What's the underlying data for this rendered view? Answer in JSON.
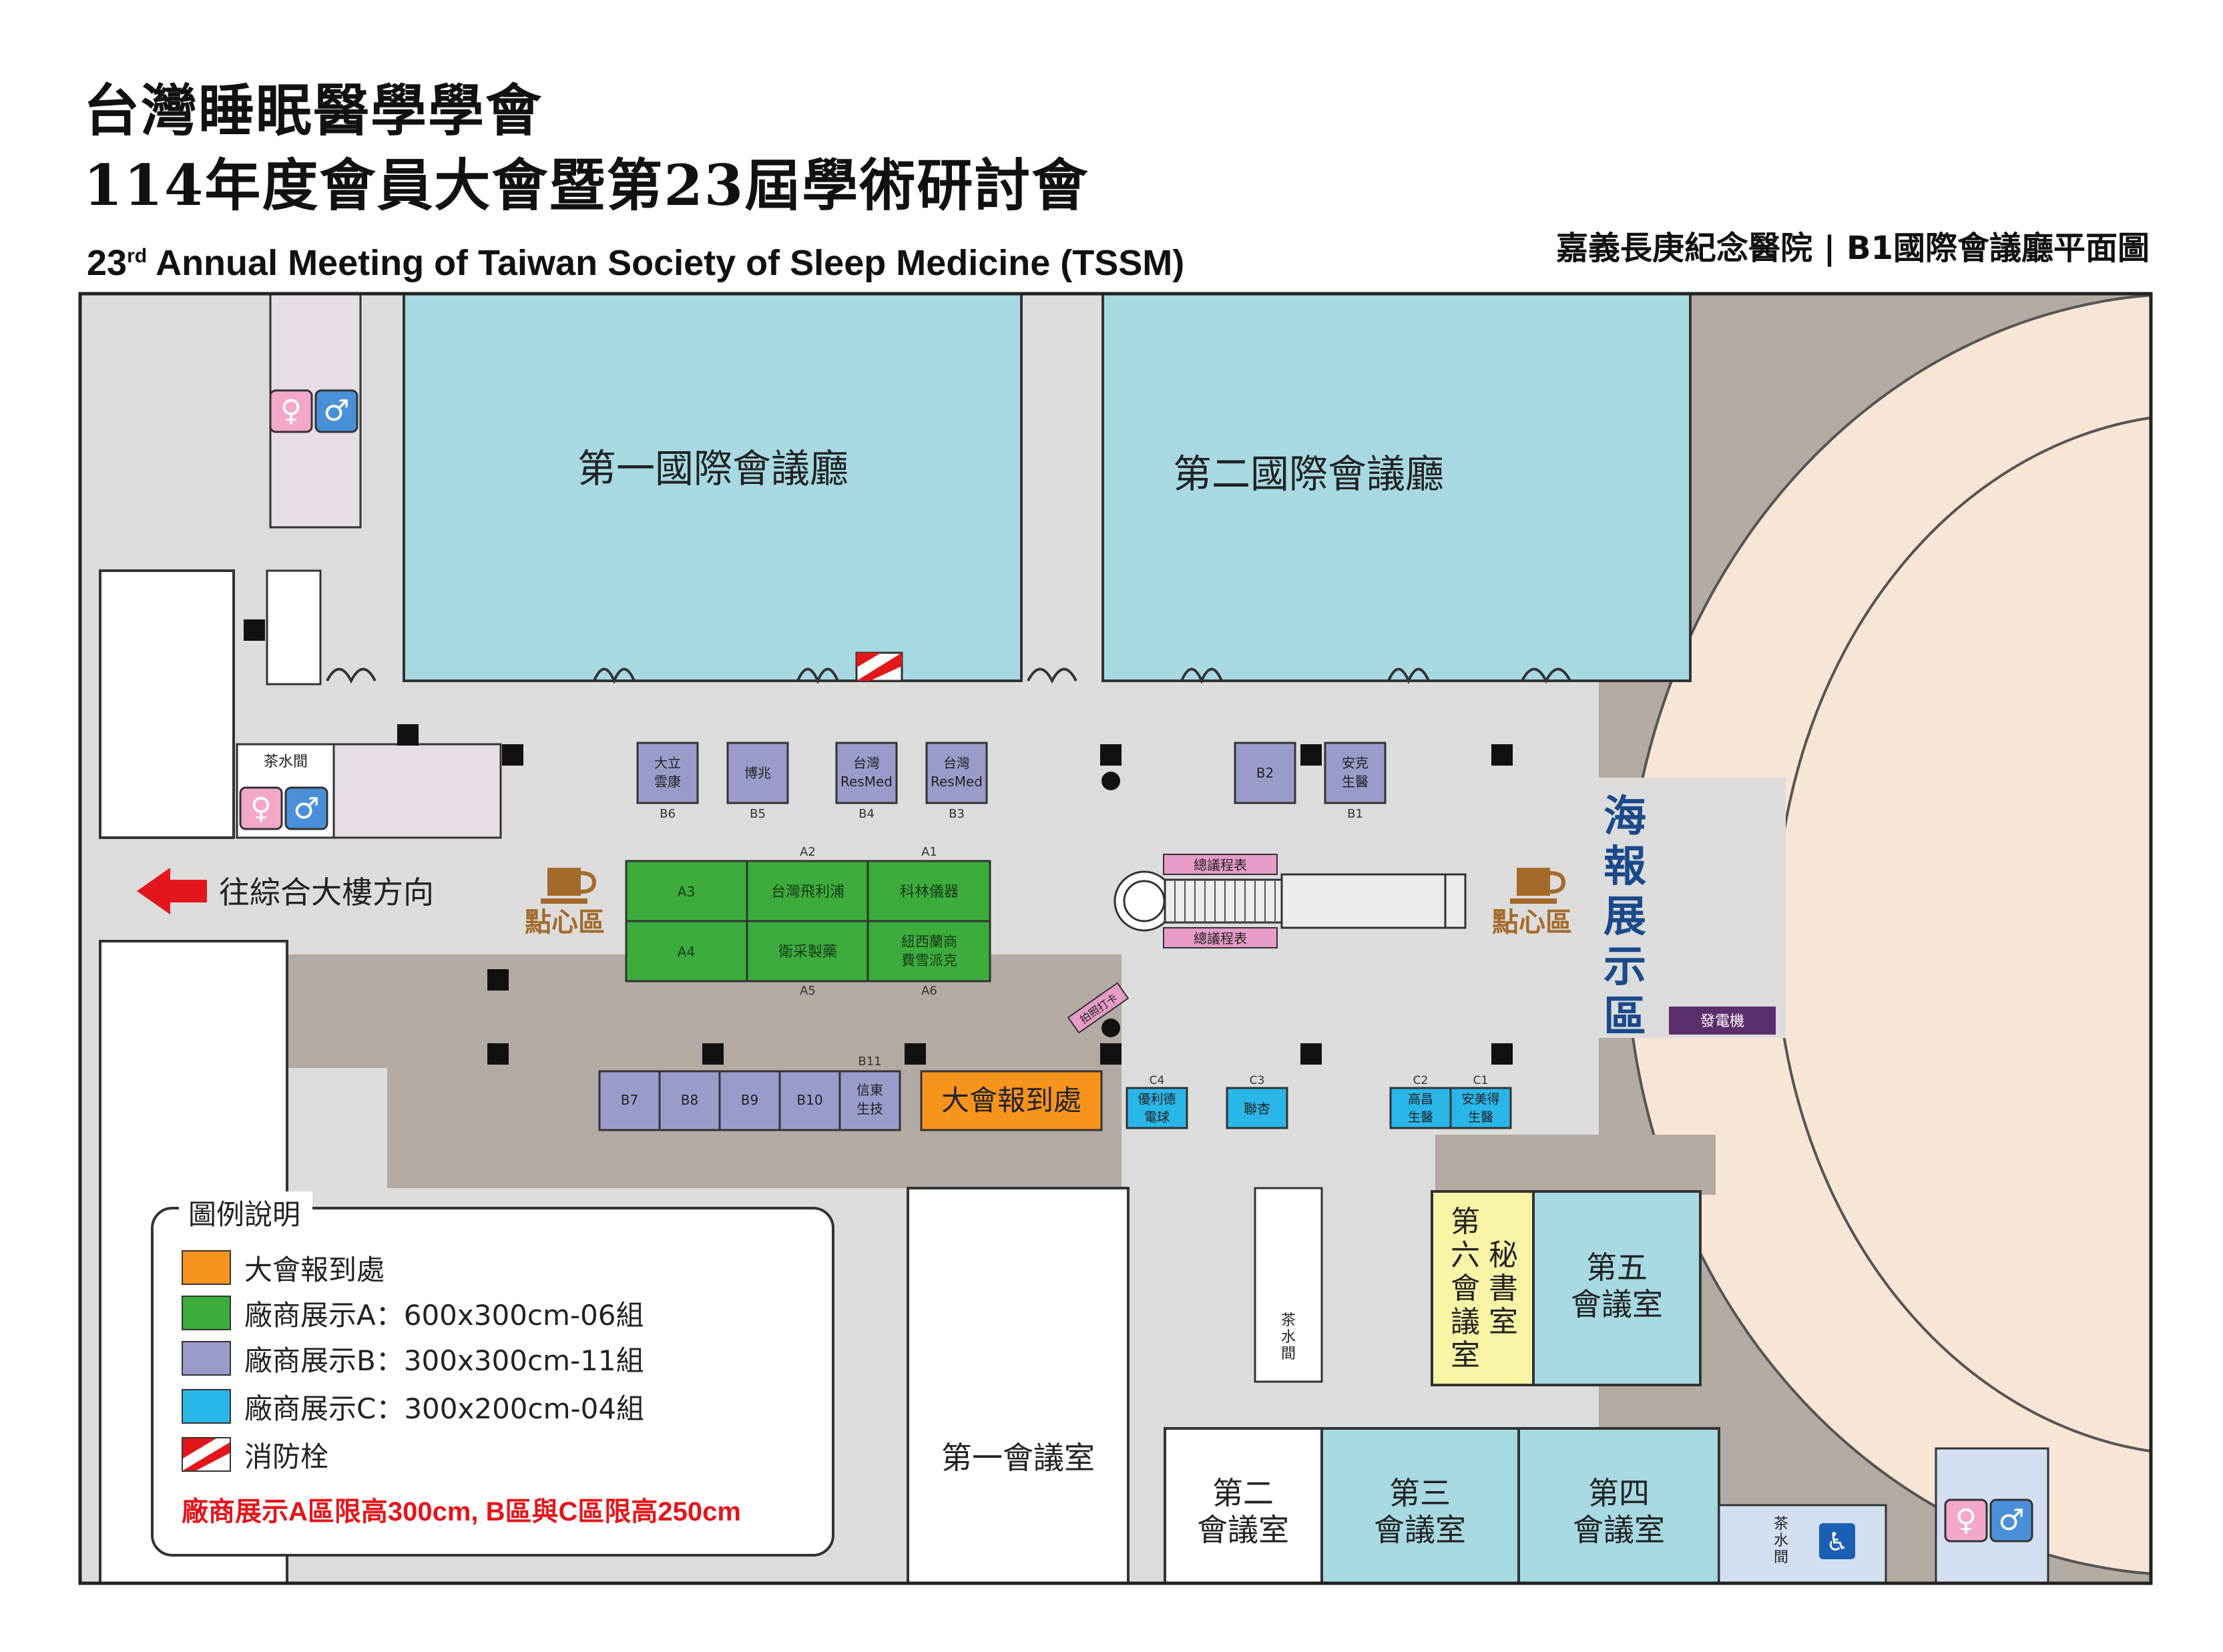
{
  "header": {
    "title_zh_1": "台灣睡眠醫學學會",
    "title_zh_2": "114年度會員大會暨第23屆學術研討會",
    "title_en_num": "23",
    "title_en_sup": "rd",
    "title_en_rest": " Annual Meeting of Taiwan Society of Sleep Medicine (TSSM)",
    "venue": "嘉義長庚紀念醫院 | B1國際會議廳平面圖"
  },
  "rooms": {
    "hall1": "第一國際會議廳",
    "hall2": "第二國際會議廳",
    "poster_area": [
      "海",
      "報",
      "展",
      "示",
      "區"
    ],
    "room1": "第一會議室",
    "room2": [
      "第二",
      "會議室"
    ],
    "room3": [
      "第三",
      "會議室"
    ],
    "room4": [
      "第四",
      "會議室"
    ],
    "room5": [
      "第五",
      "會議室"
    ],
    "room6": [
      "第",
      "六",
      "會",
      "議",
      "室"
    ],
    "secretariat": [
      "秘",
      "書",
      "室"
    ],
    "tea_room_left": "茶水間",
    "tea_room_mid": [
      "茶",
      "水",
      "間"
    ],
    "tea_room_right": [
      "茶",
      "水",
      "間"
    ],
    "generator": "發電機",
    "registration": "大會報到處",
    "snack_area_left": "點心區",
    "snack_area_right": "點心區",
    "direction": "往綜合大樓方向",
    "agenda_top": "總議程表",
    "agenda_bottom": "總議程表",
    "photo_checkin": "拍照打卡",
    "small_label": "消防栓"
  },
  "booths_b_top": [
    {
      "id": "B6",
      "name": [
        "大立",
        "雲康"
      ]
    },
    {
      "id": "B5",
      "name": [
        "博兆"
      ]
    },
    {
      "id": "B4",
      "name": [
        "台灣",
        "ResMed"
      ]
    },
    {
      "id": "B3",
      "name": [
        "台灣",
        "ResMed"
      ]
    },
    {
      "id": "B2",
      "name": [
        "B2"
      ]
    },
    {
      "id": "B1",
      "name": [
        "安克",
        "生醫"
      ]
    }
  ],
  "booths_b_bottom": [
    {
      "id": "B7",
      "name": "B7"
    },
    {
      "id": "B8",
      "name": "B8"
    },
    {
      "id": "B9",
      "name": "B9"
    },
    {
      "id": "B10",
      "name": "B10"
    },
    {
      "id": "B11",
      "name": [
        "信東",
        "生技"
      ]
    }
  ],
  "booths_a": [
    {
      "id": "A3",
      "name": "A3"
    },
    {
      "id": "A2",
      "name": "台灣飛利浦"
    },
    {
      "id": "A1",
      "name": "科林儀器"
    },
    {
      "id": "A4",
      "name": "A4"
    },
    {
      "id": "A5",
      "name": "衛采製藥"
    },
    {
      "id": "A6",
      "name": [
        "紐西蘭商",
        "費雪派克"
      ]
    }
  ],
  "booths_c": [
    {
      "id": "C4",
      "name": [
        "優利德",
        "電球"
      ]
    },
    {
      "id": "C3",
      "name": [
        "聯杏"
      ]
    },
    {
      "id": "C2",
      "name": [
        "高昌",
        "生醫"
      ]
    },
    {
      "id": "C1",
      "name": [
        "安美得",
        "生醫"
      ]
    }
  ],
  "legend": {
    "title": "圖例說明",
    "items": [
      {
        "color": "#f7941d",
        "label": "大會報到處"
      },
      {
        "color": "#3cac3c",
        "label": "廠商展示A：600x300cm-06組"
      },
      {
        "color": "#9b9bcb",
        "label": "廠商展示B：300x300cm-11組"
      },
      {
        "color": "#29b6e8",
        "label": "廠商展示C：300x200cm-04組"
      },
      {
        "color": "hydrant",
        "label": "消防栓"
      }
    ],
    "note": "廠商展示A區限高300cm, B區與C區限高250cm"
  },
  "colors": {
    "hall": "#a7d9e2",
    "corridor": "#dcdcdc",
    "wall": "#b3aaa4",
    "arena": "#f7e5d6",
    "booth_a": "#3cac3c",
    "booth_b": "#9b9bcb",
    "booth_c": "#29b6e8",
    "registration": "#f7941d",
    "secretariat": "#f8f5a6",
    "restroom": "#e6dde6",
    "generator": "#5b2e6c",
    "agenda": "#e79bc6",
    "direction_arrow": "#e3161b",
    "poster_text": "#1a4a8c",
    "note_text": "#e3161b"
  }
}
